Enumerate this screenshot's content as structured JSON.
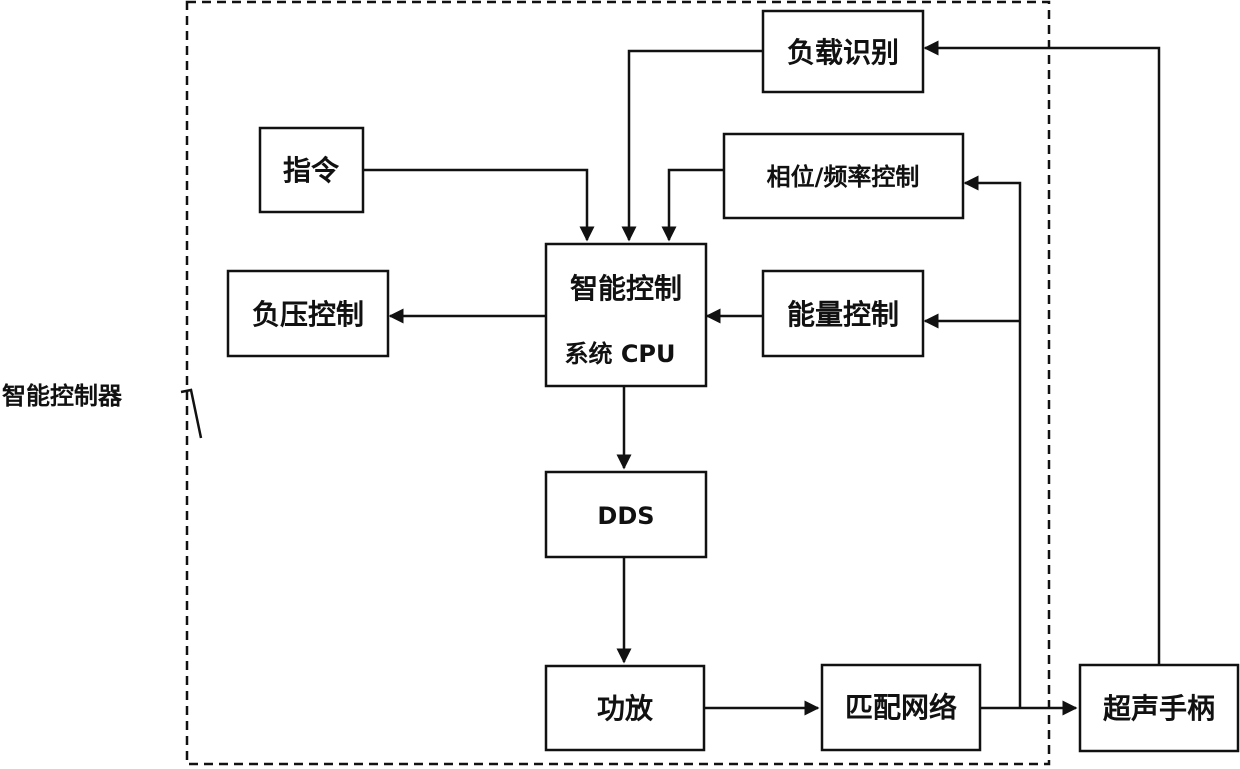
{
  "outer_label": "智能控制器",
  "nodes": {
    "instruction": "指令",
    "negative_pressure": "负压控制",
    "cpu_line1": "智能控制",
    "cpu_line2": "系统 CPU",
    "dds": "DDS",
    "power_amp": "功放",
    "matching_network": "匹配网络",
    "handpiece": "超声手柄",
    "load_identification": "负载识别",
    "phase_frequency": "相位/频率控制",
    "energy_control": "能量控制"
  },
  "edges": [
    {
      "from": "指令",
      "to": "智能控制系统 CPU"
    },
    {
      "from": "负载识别",
      "to": "智能控制系统 CPU"
    },
    {
      "from": "相位/频率控制",
      "to": "智能控制系统 CPU"
    },
    {
      "from": "能量控制",
      "to": "智能控制系统 CPU"
    },
    {
      "from": "智能控制系统 CPU",
      "to": "负压控制"
    },
    {
      "from": "智能控制系统 CPU",
      "to": "DDS"
    },
    {
      "from": "DDS",
      "to": "功放"
    },
    {
      "from": "功放",
      "to": "匹配网络"
    },
    {
      "from": "匹配网络",
      "to": "超声手柄"
    },
    {
      "from": "匹配网络",
      "to": "相位/频率控制"
    },
    {
      "from": "匹配网络",
      "to": "能量控制"
    },
    {
      "from": "超声手柄",
      "to": "负载识别"
    }
  ]
}
